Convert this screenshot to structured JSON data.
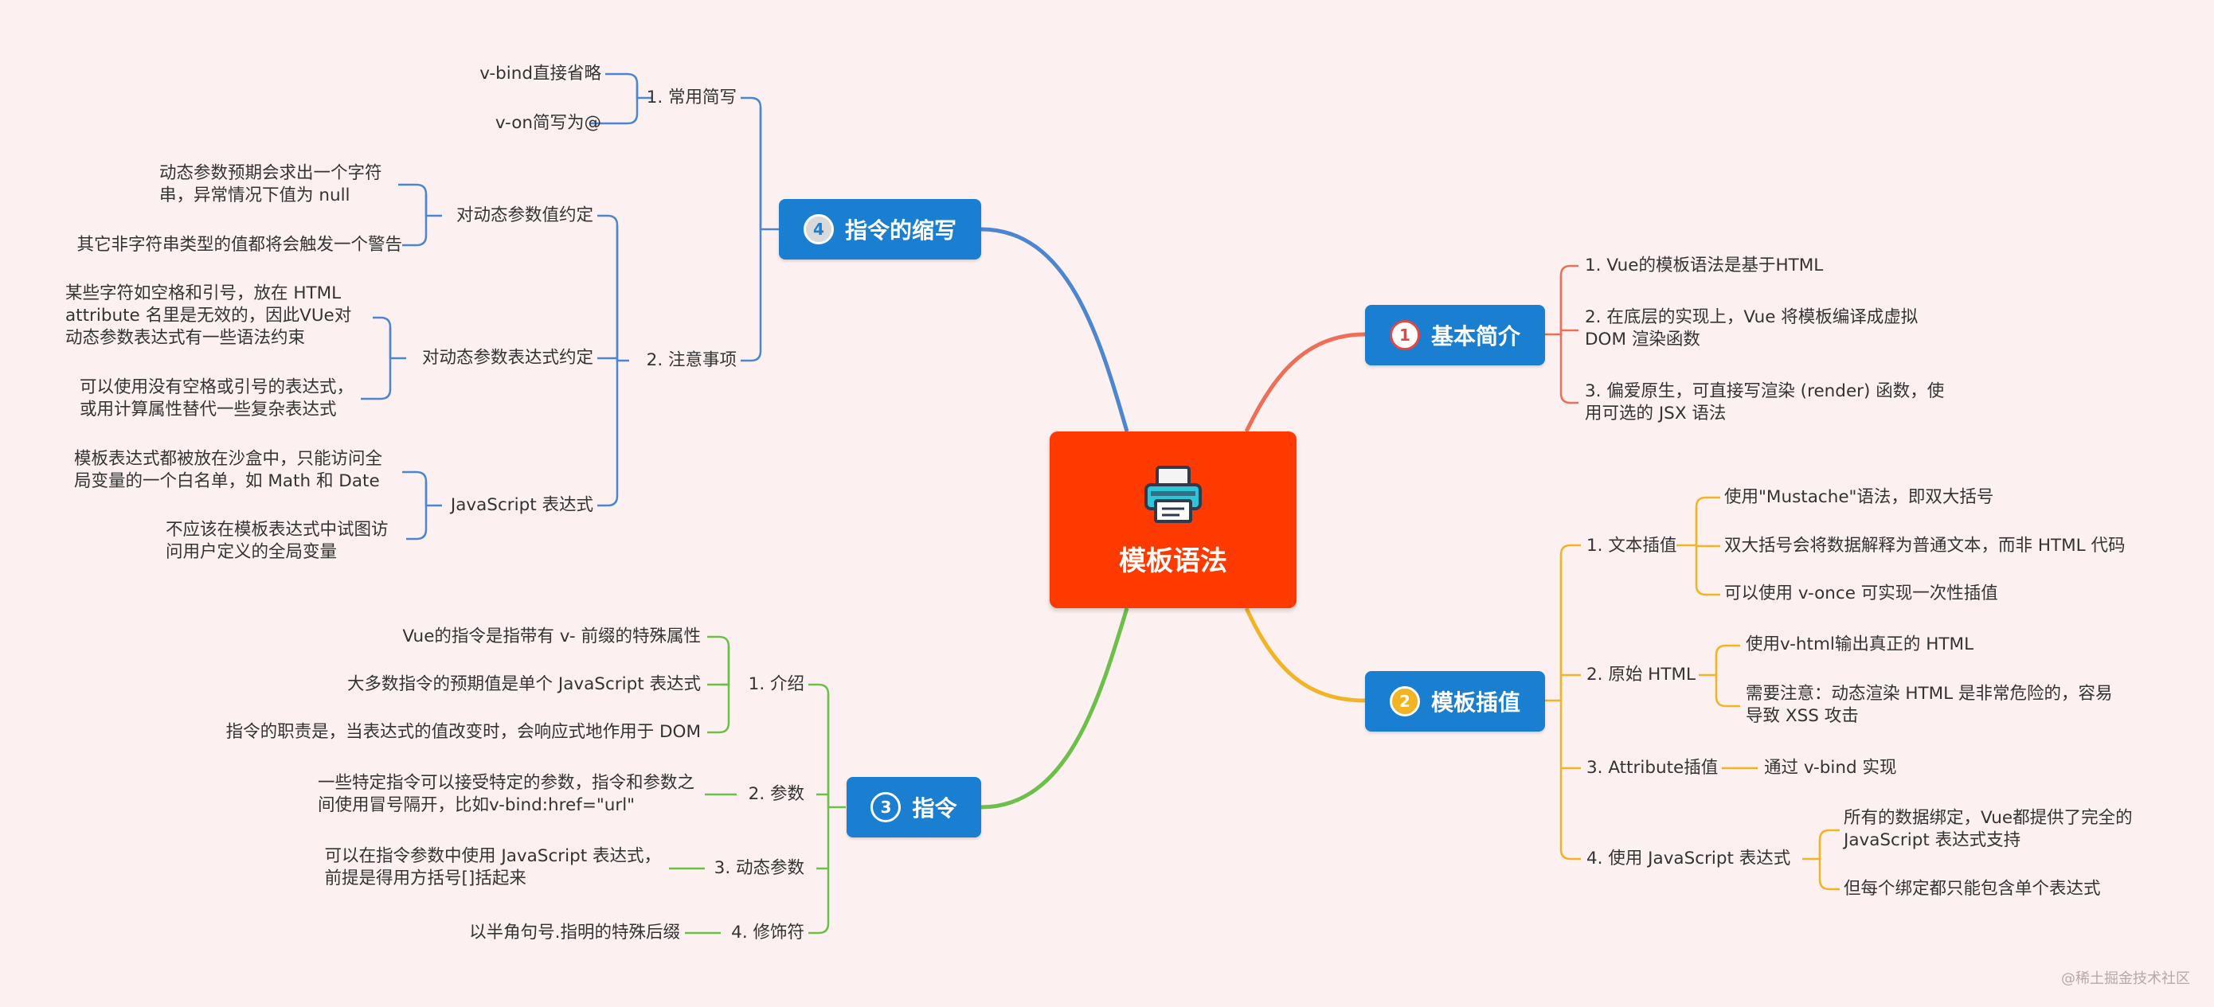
{
  "central_topic": {
    "title": "模板语法",
    "icon": "printer-icon"
  },
  "colors": {
    "center": "#ff3a00",
    "branch_box": "#1a7fd1",
    "basics": "#ee6f57",
    "interpolation": "#f2b324",
    "directives": "#6cc04a",
    "shorthand": "#4c86d0"
  },
  "branches": {
    "basics": {
      "badge": "1",
      "label": "基本简介",
      "items": [
        "1. Vue的模板语法是基于HTML",
        "2. 在底层的实现上，Vue 将模板编译成虚拟\nDOM 渲染函数",
        "3. 偏爱原生，可直接写渲染 (render) 函数，使\n用可选的 JSX 语法"
      ]
    },
    "interpolation": {
      "badge": "2",
      "label": "模板插值",
      "groups": [
        {
          "label": "1. 文本插值",
          "children": [
            "使用\"Mustache\"语法，即双大括号",
            "双大括号会将数据解释为普通文本，而非 HTML 代码",
            "可以使用 v-once 可实现一次性插值"
          ]
        },
        {
          "label": "2. 原始 HTML",
          "children": [
            "使用v-html输出真正的 HTML",
            "需要注意：动态渲染 HTML 是非常危险的，容易\n导致 XSS 攻击"
          ]
        },
        {
          "label": "3. Attribute插值",
          "children": [
            "通过 v-bind 实现"
          ]
        },
        {
          "label": "4. 使用 JavaScript 表达式",
          "children": [
            "所有的数据绑定，Vue都提供了完全的\nJavaScript 表达式支持",
            "但每个绑定都只能包含单个表达式"
          ]
        }
      ]
    },
    "directives": {
      "badge": "3",
      "label": "指令",
      "groups": [
        {
          "label": "1. 介绍",
          "children": [
            "Vue的指令是指带有 v- 前缀的特殊属性",
            "大多数指令的预期值是单个 JavaScript 表达式",
            "指令的职责是，当表达式的值改变时，会响应式地作用于 DOM"
          ]
        },
        {
          "label": "2. 参数",
          "children": [
            "一些特定指令可以接受特定的参数，指令和参数之\n间使用冒号隔开，比如v-bind:href=\"url\""
          ]
        },
        {
          "label": "3. 动态参数",
          "children": [
            "可以在指令参数中使用 JavaScript 表达式，\n前提是得用方括号[]括起来"
          ]
        },
        {
          "label": "4. 修饰符",
          "children": [
            "以半角句号.指明的特殊后缀"
          ]
        }
      ]
    },
    "shorthand": {
      "badge": "4",
      "label": "指令的缩写",
      "groups": [
        {
          "label": "1. 常用简写",
          "children": [
            "v-bind直接省略",
            "v-on简写为@"
          ]
        },
        {
          "label": "2. 注意事项",
          "subgroups": [
            {
              "label": "对动态参数值约定",
              "children": [
                "动态参数预期会求出一个字符\n串，异常情况下值为 null",
                "其它非字符串类型的值都将会触发一个警告"
              ]
            },
            {
              "label": "对动态参数表达式约定",
              "children": [
                "某些字符如空格和引号，放在 HTML\nattribute 名里是无效的，因此VUe对\n动态参数表达式有一些语法约束",
                "可以使用没有空格或引号的表达式，\n或用计算属性替代一些复杂表达式"
              ]
            },
            {
              "label": "JavaScript 表达式",
              "children": [
                "模板表达式都被放在沙盒中，只能访问全\n局变量的一个白名单，如 Math 和 Date",
                "不应该在模板表达式中试图访\n问用户定义的全局变量"
              ]
            }
          ]
        }
      ]
    }
  },
  "watermark": "@稀土掘金技术社区"
}
